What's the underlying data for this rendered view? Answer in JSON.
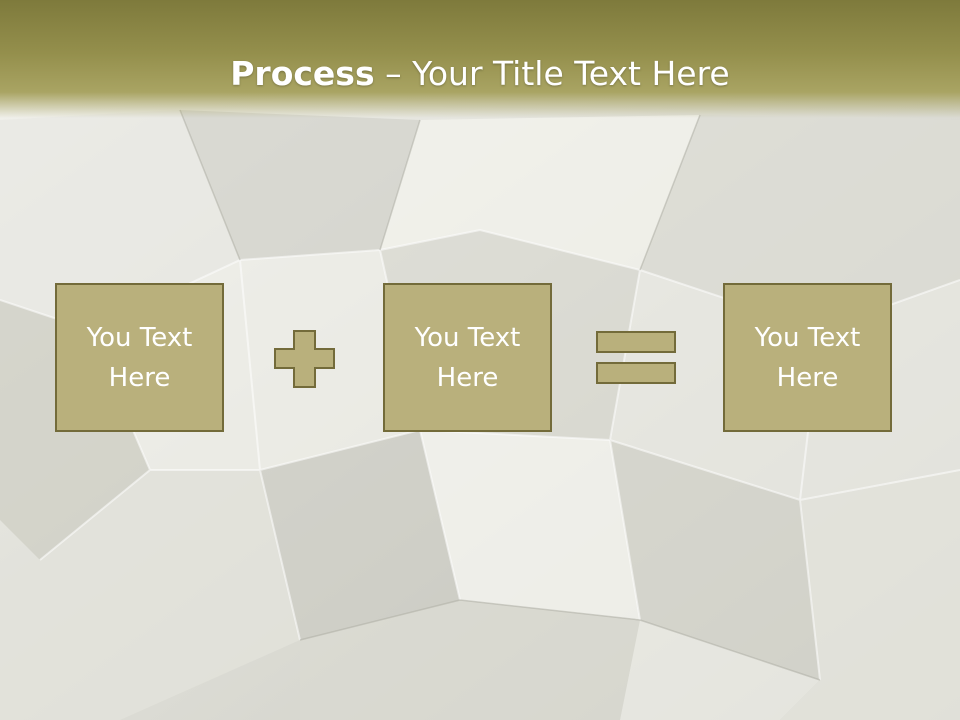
{
  "slide": {
    "title_bold": "Process",
    "title_dash": "–",
    "title_rest": "Your Title Text Here",
    "background": "crystal-ice-texture",
    "colors": {
      "title_bar": "#948f4c",
      "box_fill": "#b9b07c",
      "box_border": "#736b3a",
      "text": "#ffffff"
    }
  },
  "process": {
    "boxes": [
      {
        "line1": "You Text",
        "line2": "Here"
      },
      {
        "line1": "You Text",
        "line2": "Here"
      },
      {
        "line1": "You Text",
        "line2": "Here"
      }
    ],
    "operators": [
      "plus-icon",
      "equals-icon"
    ]
  }
}
